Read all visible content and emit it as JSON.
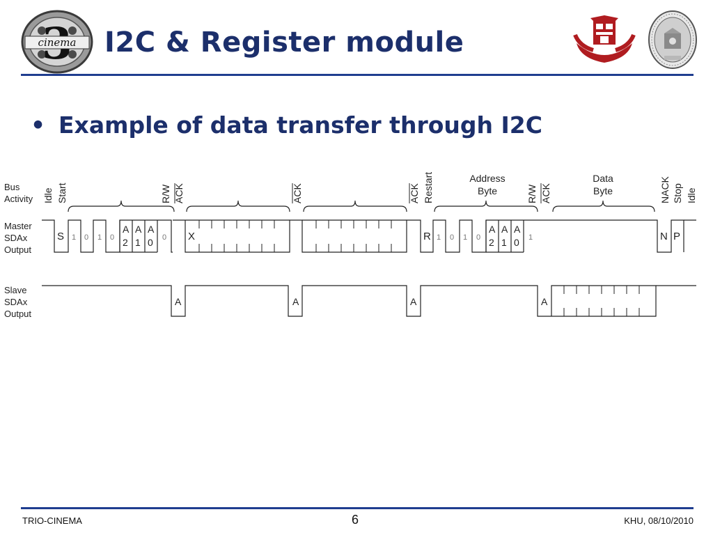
{
  "header": {
    "title": "I2C & Register module",
    "logo_left_text": "cinema",
    "logo_left_digit": "3"
  },
  "bullet": {
    "symbol": "•",
    "text": "Example of data transfer through I2C"
  },
  "diagram": {
    "row_labels": {
      "bus": [
        "Bus",
        "Activity"
      ],
      "master": [
        "Master",
        "SDAx",
        "Output"
      ],
      "slave": [
        "Slave",
        "SDAx",
        "Output"
      ]
    },
    "bus_activity": {
      "idle": "Idle",
      "start": "Start",
      "rw": "R/W",
      "ack": "ACK",
      "restart": "Restart",
      "address": [
        "Address",
        "Byte"
      ],
      "data": [
        "Data",
        "Byte"
      ],
      "nack": "NACK",
      "stop": "Stop"
    },
    "master": {
      "start": "S",
      "addr1_bits": [
        "1",
        "0",
        "1",
        "0"
      ],
      "addr1_a": [
        [
          "A",
          "2"
        ],
        [
          "A",
          "1"
        ],
        [
          "A",
          "0"
        ]
      ],
      "addr1_rw": "0",
      "x": "X",
      "restart": "R",
      "addr2_bits": [
        "1",
        "0",
        "1",
        "0"
      ],
      "addr2_a": [
        [
          "A",
          "2"
        ],
        [
          "A",
          "1"
        ],
        [
          "A",
          "0"
        ]
      ],
      "addr2_rw": "1",
      "nack": "N",
      "stop": "P"
    },
    "slave": {
      "ack": "A"
    }
  },
  "footer": {
    "left": "TRIO-CINEMA",
    "page": "6",
    "right": "KHU, 08/10/2010"
  },
  "colors": {
    "title": "#1c2f6b",
    "rule": "#1f3d8f",
    "khu_red": "#b01c20"
  }
}
